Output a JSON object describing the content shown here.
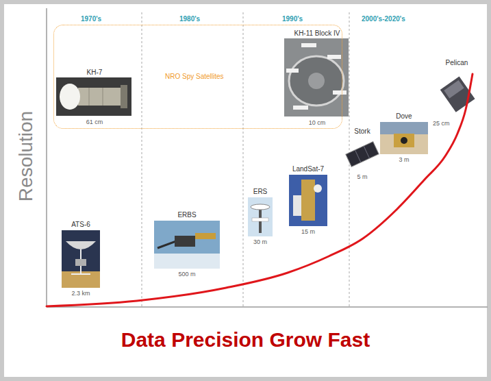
{
  "diagram": {
    "caption": "Data Precision Grow Fast",
    "nodes": [
      {
        "text": [
          "NRO Spy Satellites"
        ]
      },
      {
        "text": [
          "KH-7",
          "61 cm"
        ],
        "in": 0
      },
      {
        "text": [
          "KH-11 Block IV",
          "10 cm"
        ],
        "in": 0
      },
      {
        "text": [
          "ATS-6",
          "2.3 km"
        ]
      },
      {
        "text": [
          "ERBS",
          "500 m"
        ]
      },
      {
        "text": [
          "ERS",
          "30 m"
        ]
      },
      {
        "text": [
          "LandSat-7",
          "15 m"
        ]
      },
      {
        "text": [
          "Stork",
          "5 m"
        ]
      },
      {
        "text": [
          "Dove",
          "3 m"
        ]
      },
      {
        "text": [
          "Pelican",
          "25 cm"
        ]
      }
    ],
    "labels": [
      "1970's",
      "1980's",
      "1990's",
      "2000's-2020's",
      "Resolution"
    ]
  }
}
